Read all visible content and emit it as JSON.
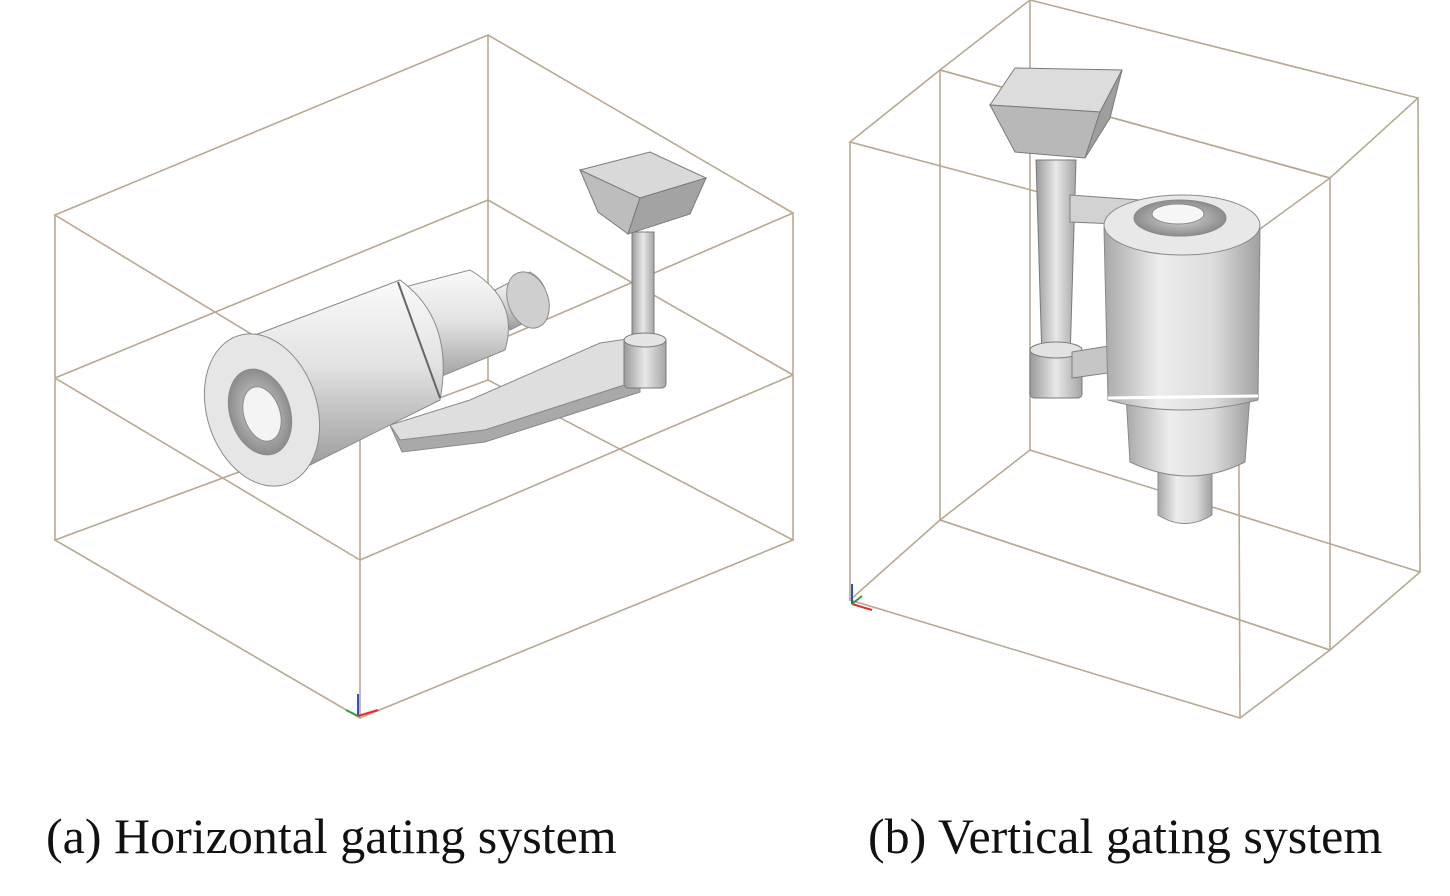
{
  "panels": [
    {
      "id": "a",
      "caption": "(a) Horizontal gating system"
    },
    {
      "id": "b",
      "caption": "(b) Vertical gating system"
    }
  ],
  "colors": {
    "frame_line": "#b8a892",
    "part_light": "#f2f2f2",
    "part_mid": "#d4d4d4",
    "part_dark": "#9c9c9c",
    "axis_x": "#e03030",
    "axis_y": "#2f9e3a",
    "axis_z": "#3050d0"
  }
}
